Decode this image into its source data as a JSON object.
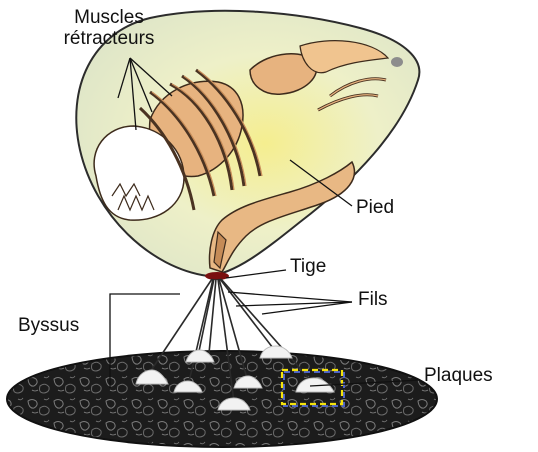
{
  "labels": {
    "muscles_line1": "Muscles",
    "muscles_line2": "rétracteurs",
    "pied": "Pied",
    "tige": "Tige",
    "fils": "Fils",
    "byssus": "Byssus",
    "plaques": "Plaques"
  },
  "colors": {
    "shell_fill": "#eef0d2",
    "shell_inner_glow": "#f6ee8a",
    "body_tan": "#e7b37f",
    "muscle_stroke": "#4a3322",
    "outline": "#2c2c2c",
    "rock_fill": "#1b1b1b",
    "plaque_fill": "#f2f2f2",
    "highlight_box": "#f4e20a",
    "highlight_shadow": "#4c63c8"
  },
  "icons": {
    "plaque": "plaque-disc-shape",
    "rock": "substrate-rock-ellipse",
    "shell": "mussel-shell-shape"
  }
}
